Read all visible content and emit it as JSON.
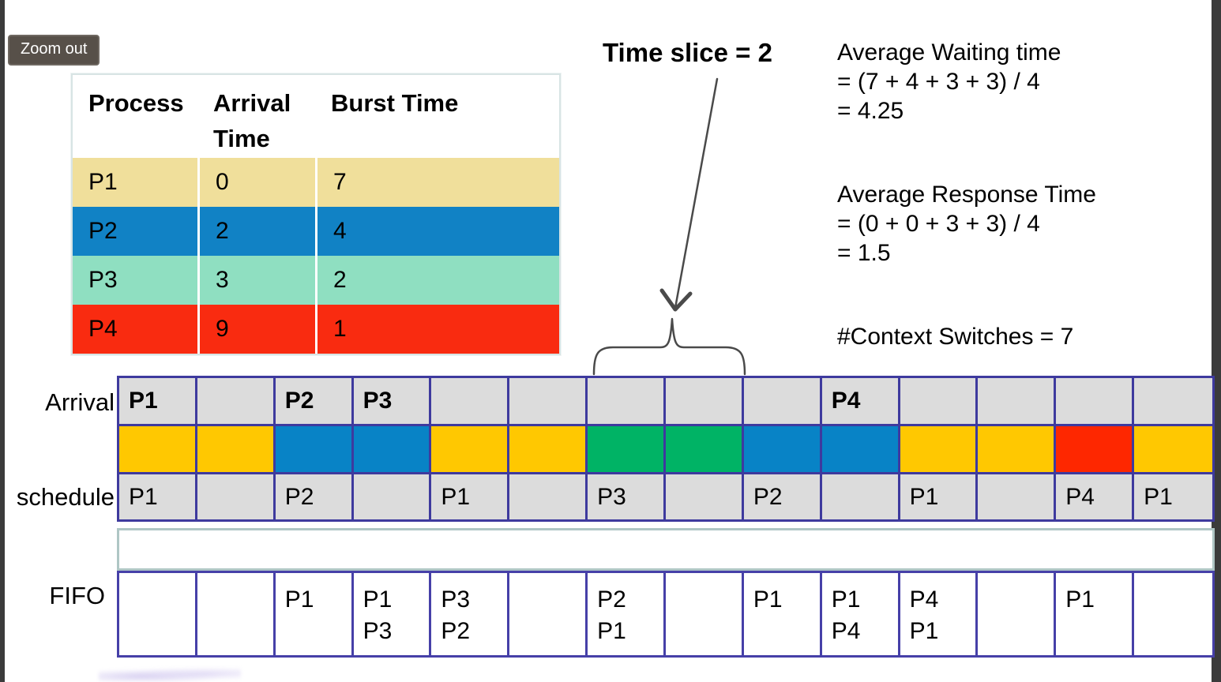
{
  "toolbar": {
    "zoom_out_label": "Zoom out"
  },
  "annotations": {
    "time_slice": "Time slice = 2",
    "avg_waiting": [
      "Average Waiting time",
      "= (7 + 4 + 3 + 3) / 4",
      "= 4.25"
    ],
    "avg_response": [
      "Average Response Time",
      "= (0 + 0 + 3 + 3) / 4",
      "= 1.5"
    ],
    "context_switches": "#Context Switches = 7"
  },
  "process_table": {
    "headers": [
      "Process",
      "Arrival Time",
      "Burst Time"
    ],
    "rows": [
      {
        "process": "P1",
        "arrival": "0",
        "burst": "7",
        "color": "#F0DF9B"
      },
      {
        "process": "P2",
        "arrival": "2",
        "burst": "4",
        "color": "#1182C5"
      },
      {
        "process": "P3",
        "arrival": "3",
        "burst": "2",
        "color": "#8FDFC1"
      },
      {
        "process": "P4",
        "arrival": "9",
        "burst": "1",
        "color": "#F92B10"
      }
    ]
  },
  "timeline": {
    "row_labels": {
      "arrival": "Arrival",
      "schedule": "schedule",
      "fifo": "FIFO"
    },
    "num_slots": 14,
    "arrival_row": [
      "P1",
      "",
      "P2",
      "P3",
      "",
      "",
      "",
      "",
      "",
      "P4",
      "",
      "",
      "",
      ""
    ],
    "gantt_colors": [
      "#FFC801",
      "#FFC801",
      "#0883C6",
      "#0883C6",
      "#FFC801",
      "#FFC801",
      "#00B365",
      "#00B365",
      "#0883C6",
      "#0883C6",
      "#FFC801",
      "#FFC801",
      "#FE2700",
      "#FFC801"
    ],
    "schedule_row": [
      "P1",
      "",
      "P2",
      "",
      "P1",
      "",
      "P3",
      "",
      "P2",
      "",
      "P1",
      "",
      "P4",
      "P1"
    ],
    "fifo_row": [
      [],
      [],
      [
        "P1"
      ],
      [
        "P1",
        "P3"
      ],
      [
        "P3",
        "P2"
      ],
      [],
      [
        "P2",
        "P1"
      ],
      [],
      [
        "P1"
      ],
      [
        "P1",
        "P4"
      ],
      [
        "P4",
        "P1"
      ],
      [],
      [
        "P1"
      ],
      []
    ]
  },
  "colors": {
    "grid_border": "#3E3A9E",
    "cell_gray": "#DCDCDC",
    "gantt_gold": "#FFC801",
    "gantt_blue": "#0883C6",
    "gantt_green": "#00B365",
    "gantt_red": "#FE2700"
  }
}
